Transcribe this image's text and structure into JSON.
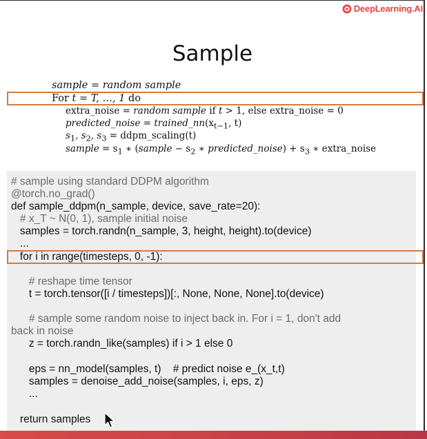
{
  "brand": {
    "name": "DeepLearning.AI"
  },
  "slide": {
    "title": "Sample"
  },
  "algorithm": {
    "line1": {
      "lhs": "sample",
      "eq": " = ",
      "rhs": "random sample"
    },
    "line2": {
      "pre": "For ",
      "var": "t",
      "mid": " = ",
      "rest": "T, …, 1",
      "post": " do"
    },
    "line3": {
      "a": "extra_noise",
      "b": " = ",
      "c": "random sample",
      "d": " if ",
      "e": "t",
      "f": " > 1, else extra_noise = 0"
    },
    "line4": {
      "a": "predicted_noise",
      "b": " = ",
      "c": "trained_nn",
      "d": "(x",
      "e": "t−1",
      "f": ", t)"
    },
    "line5": {
      "a": "s",
      "a1": "1",
      "b": ", s",
      "b1": "2",
      "c": ", s",
      "c1": "3",
      "d": " = ddpm_scaling(t)"
    },
    "line6": {
      "a": "sample",
      "b": " = s",
      "b1": "1",
      "c": " ∗ (",
      "d": "sample",
      "e": " − s",
      "e1": "2",
      "f": " ∗ ",
      "g": "predicted_noise",
      "h": ") + s",
      "h1": "3",
      "i": " ∗ extra_noise"
    }
  },
  "code": {
    "l1": "# sample using standard DDPM algorithm",
    "l2": "@torch.no_grad()",
    "l3": "def sample_ddpm(n_sample, device, save_rate=20):",
    "l4": "   # x_T ~ N(0, 1), sample initial noise",
    "l5": "   samples = torch.randn(n_sample, 3, height, height).to(device)",
    "l6": "   ...",
    "l7": "   for i in range(timesteps, 0, -1):",
    "l8": "      # reshape time tensor",
    "l9": "      t = torch.tensor([i / timesteps])[:, None, None, None].to(device)",
    "l10": "      # sample some random noise to inject back in. For i = 1, don't add",
    "l11": "back in noise",
    "l12": "      z = torch.randn_like(samples) if i > 1 else 0",
    "l13": "      eps = nn_model(samples, t)    # predict noise e_(x_t,t)",
    "l14": "      samples = denoise_add_noise(samples, i, eps, z)",
    "l15": "      ...",
    "l16": "   return samples"
  },
  "colors": {
    "highlight": "#d9783a",
    "brand": "#e2473f",
    "footer": "#c94148"
  },
  "icons": {
    "brand": "deeplearning-logo-icon",
    "cursor": "mouse-pointer-icon"
  }
}
